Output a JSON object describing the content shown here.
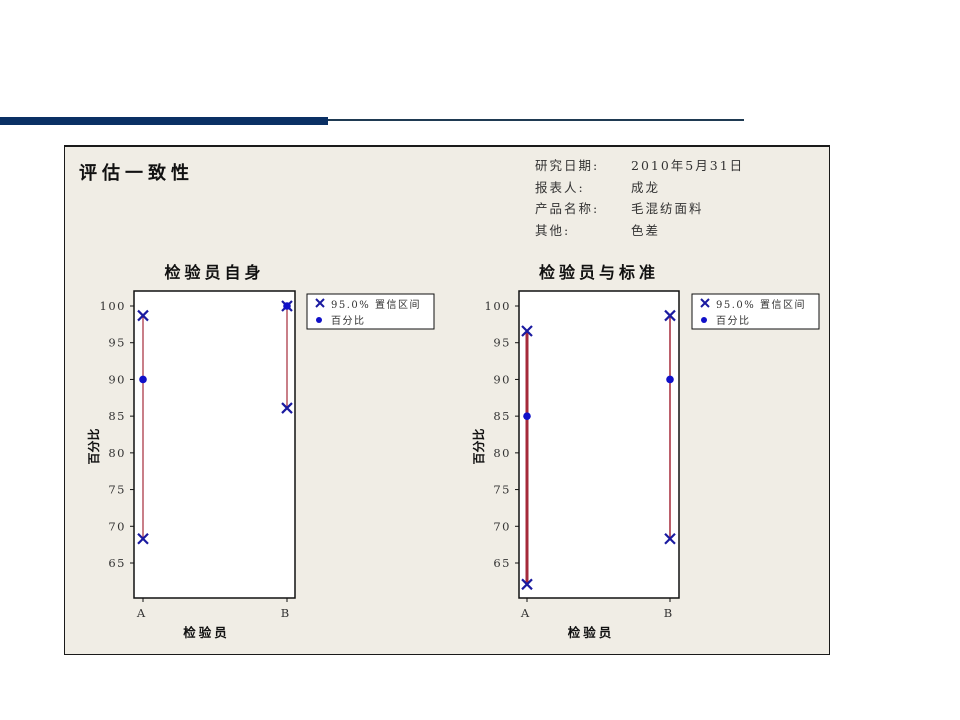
{
  "slide": {
    "accent_color": "#0a3064"
  },
  "panel": {
    "title": "评估一致性",
    "meta": [
      {
        "label": "研究日期:",
        "value": "2010年5月31日"
      },
      {
        "label": "报表人:",
        "value": "成龙"
      },
      {
        "label": "产品名称:",
        "value": "毛混纺面料"
      },
      {
        "label": "其他:",
        "value": "色差"
      }
    ]
  },
  "legend": {
    "ci_label": "95.0% 置信区间",
    "pct_label": "百分比"
  },
  "chart_data": [
    {
      "type": "scatter",
      "title": "检验员自身",
      "xlabel": "检验员",
      "ylabel": "百分比",
      "categories": [
        "A",
        "B"
      ],
      "yticks": [
        65,
        70,
        75,
        80,
        85,
        90,
        95,
        100
      ],
      "ylim": [
        60.2,
        101
      ],
      "grid": false,
      "legend_position": "right",
      "series": [
        {
          "name": "百分比",
          "marker": "dot",
          "values": [
            90.0,
            100.0
          ]
        },
        {
          "name": "95.0% 置信区间 上限",
          "marker": "x",
          "values": [
            98.7,
            100.0
          ]
        },
        {
          "name": "95.0% 置信区间 下限",
          "marker": "x",
          "values": [
            68.3,
            86.1
          ]
        }
      ]
    },
    {
      "type": "scatter",
      "title": "检验员与标准",
      "xlabel": "检验员",
      "ylabel": "百分比",
      "categories": [
        "A",
        "B"
      ],
      "yticks": [
        65,
        70,
        75,
        80,
        85,
        90,
        95,
        100
      ],
      "ylim": [
        60.2,
        101
      ],
      "grid": false,
      "legend_position": "right",
      "series": [
        {
          "name": "百分比",
          "marker": "dot",
          "values": [
            85.0,
            90.0
          ]
        },
        {
          "name": "95.0% 置信区间 上限",
          "marker": "x",
          "values": [
            96.6,
            98.7
          ]
        },
        {
          "name": "95.0% 置信区间 下限",
          "marker": "x",
          "values": [
            62.1,
            68.3
          ]
        }
      ]
    }
  ]
}
